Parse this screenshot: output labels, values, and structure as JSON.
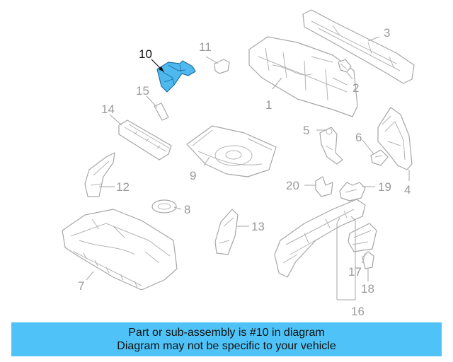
{
  "diagram": {
    "highlighted_callout": "10",
    "callouts": {
      "c1": "1",
      "c2": "2",
      "c3": "3",
      "c4": "4",
      "c5": "5",
      "c6": "6",
      "c7": "7",
      "c8": "8",
      "c9": "9",
      "c10": "10",
      "c11": "11",
      "c12": "12",
      "c13": "13",
      "c14": "14",
      "c15": "15",
      "c16": "16",
      "c17": "17",
      "c18": "18",
      "c19": "19",
      "c20": "20"
    }
  },
  "banner": {
    "line1": "Part or sub-assembly is #10 in diagram",
    "line2": "Diagram may not be specific to your vehicle"
  },
  "colors": {
    "banner_background": "#4fc3f7",
    "highlight_part": "#4fb8ee",
    "line_art": "#a6a6a6"
  }
}
